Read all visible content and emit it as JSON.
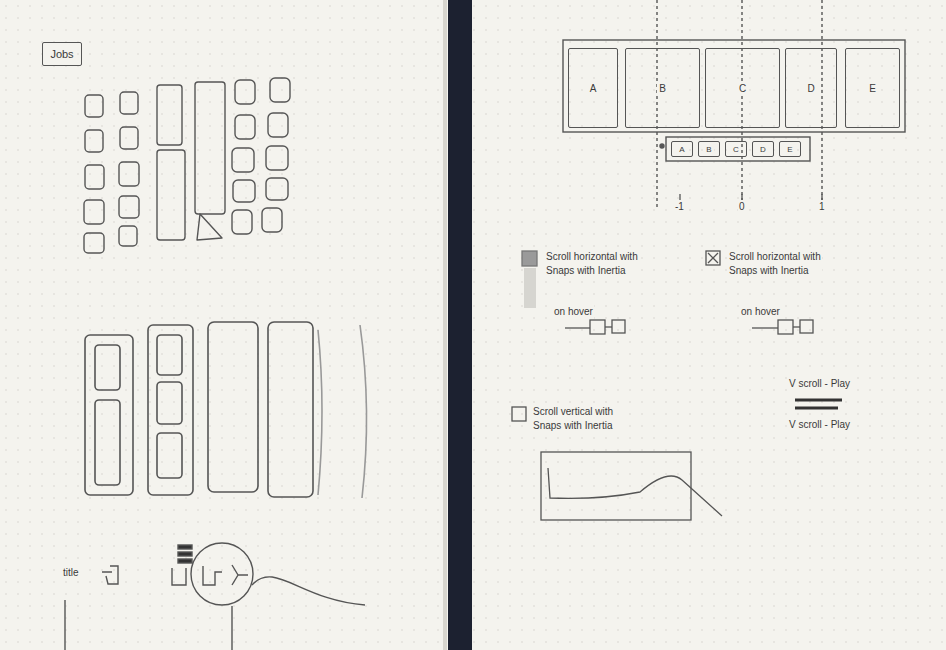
{
  "diagram": {
    "nodes": [
      {
        "text": [
          "Jobs"
        ]
      },
      {
        "text": [
          "A"
        ]
      },
      {
        "text": [
          "B"
        ]
      },
      {
        "text": [
          "C"
        ]
      },
      {
        "text": [
          "D"
        ]
      },
      {
        "text": [
          "E"
        ]
      },
      {
        "text": [
          "A"
        ]
      },
      {
        "text": [
          "B"
        ]
      },
      {
        "text": [
          "C"
        ]
      },
      {
        "text": [
          "D"
        ]
      },
      {
        "text": [
          "E"
        ]
      }
    ],
    "labels": [
      "-1",
      "0",
      "1",
      "Scroll horizontal with Snaps with Inertia",
      "on hover",
      "Scroll horizontal with Snaps with Inertia",
      "on hover",
      "Scroll vertical with Snaps with Inertia",
      "V scroll - Play",
      "V scroll - Play",
      "title"
    ]
  }
}
